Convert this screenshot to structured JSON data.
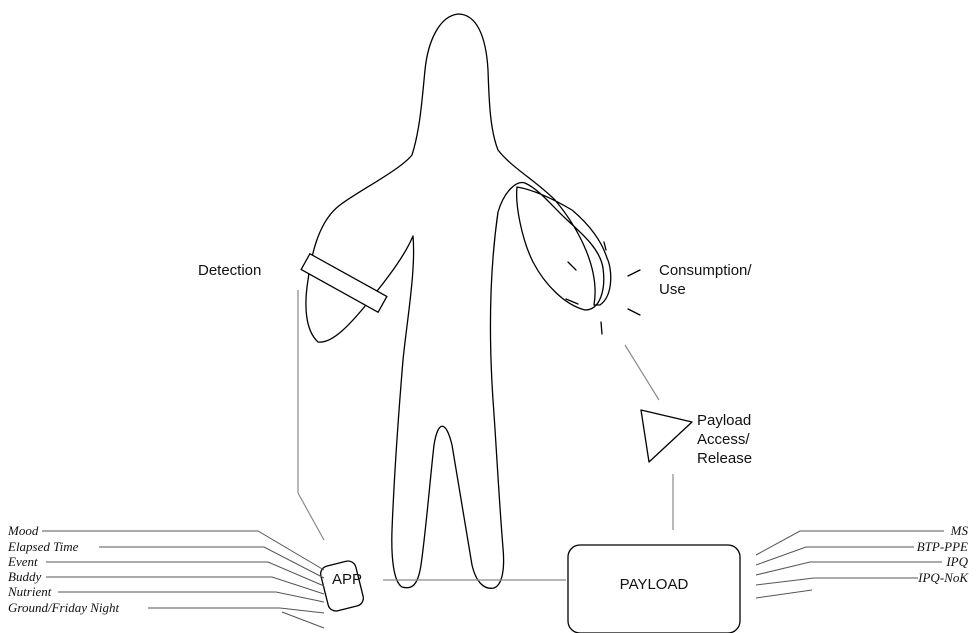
{
  "labels": {
    "detection": "Detection",
    "consumption_line1": "Consumption/",
    "consumption_line2": "Use",
    "payload_access_line1": "Payload",
    "payload_access_line2": "Access/",
    "payload_access_line3": "Release",
    "app": "APP",
    "payload": "PAYLOAD"
  },
  "left_inputs": [
    "Mood",
    "Elapsed Time",
    "Event",
    "Buddy",
    "Nutrient",
    "Ground/Friday Night"
  ],
  "right_outputs": [
    "MS",
    "BTP-PPE",
    "IPQ",
    "IPQ-NoK"
  ]
}
